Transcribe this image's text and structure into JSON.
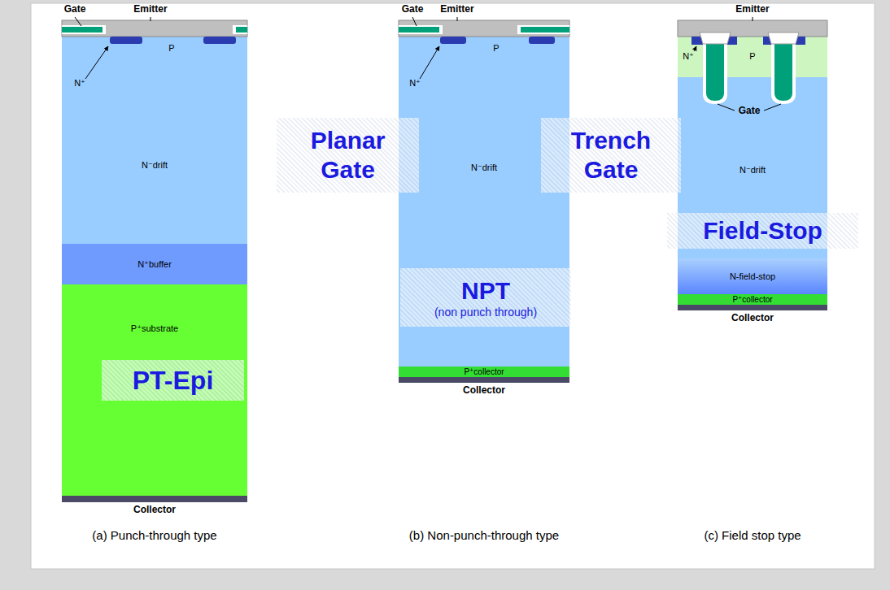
{
  "diagram": {
    "nodes": [
      {
        "text": [
          "P"
        ]
      },
      {
        "text": [
          "N⁻drift"
        ]
      },
      {
        "text": [
          "N⁺buffer"
        ]
      },
      {
        "text": [
          "P⁺substrate"
        ]
      },
      {
        "text": [
          "PT-Epi"
        ],
        "in": 3
      },
      {
        "text": [
          "Planar Gate"
        ]
      },
      {
        "text": [
          "P"
        ]
      },
      {
        "text": [
          "N⁻drift"
        ]
      },
      {
        "text": [
          "NPT",
          "(non punch through)"
        ],
        "in": 7
      },
      {
        "text": [
          "P⁺collector"
        ]
      },
      {
        "text": [
          "Trench Gate"
        ]
      },
      {
        "text": [
          "P"
        ]
      },
      {
        "text": [
          "N⁻drift"
        ]
      },
      {
        "text": [
          "Field-Stop"
        ]
      },
      {
        "text": [
          "N-field-stop"
        ]
      },
      {
        "text": [
          "P⁺collector"
        ]
      }
    ],
    "labels": [
      "Gate",
      "Emitter",
      "N⁺",
      "Collector",
      "(a) Punch-through type",
      "Gate",
      "Emitter",
      "N⁺",
      "Collector",
      "(b) Non-punch-through type",
      "Emitter",
      "N⁺",
      "Gate",
      "Collector",
      "(c) Field stop type"
    ]
  }
}
